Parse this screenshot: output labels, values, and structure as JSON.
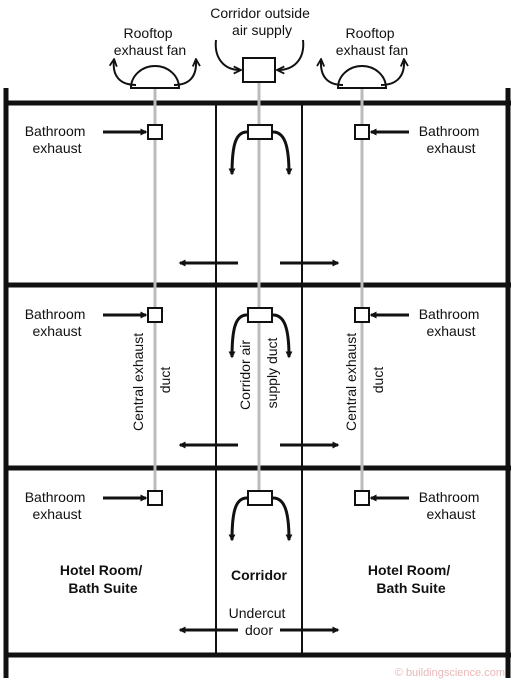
{
  "labels": {
    "corridor_supply": [
      "Corridor outside",
      "air supply"
    ],
    "fan_left": [
      "Rooftop",
      "exhaust fan"
    ],
    "fan_right": [
      "Rooftop",
      "exhaust fan"
    ],
    "bath_left": [
      "Bathroom",
      "exhaust"
    ],
    "bath_right": [
      "Bathroom",
      "exhaust"
    ],
    "duct_left": [
      "Central exhaust",
      "duct"
    ],
    "duct_center": [
      "Corridor air",
      "supply duct"
    ],
    "duct_right": [
      "Central exhaust",
      "duct"
    ],
    "room_left": [
      "Hotel Room/",
      "Bath Suite"
    ],
    "room_right": [
      "Hotel Room/",
      "Bath Suite"
    ],
    "corridor": "Corridor",
    "undercut": [
      "Undercut",
      "door"
    ]
  },
  "watermark": "© buildingscience.com",
  "colors": {
    "line": "#111111",
    "duct": "#bbbbbb",
    "watermark": "#e8b8b8"
  }
}
